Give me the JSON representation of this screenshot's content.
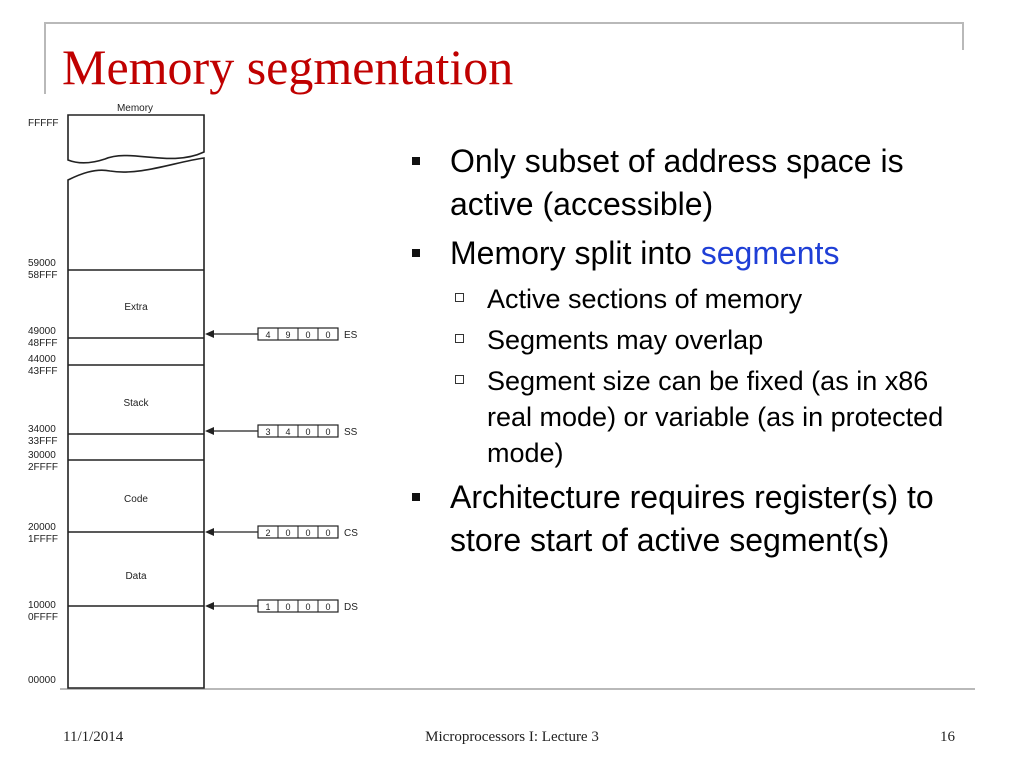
{
  "slide": {
    "title": "Memory segmentation",
    "footer": {
      "date": "11/1/2014",
      "center": "Microprocessors I:  Lecture 3",
      "page": "16"
    }
  },
  "diagram": {
    "header": "Memory",
    "addresses": [
      {
        "upper": "FFFFF"
      },
      {
        "upper": "59000",
        "lower": "58FFF"
      },
      {
        "upper": "49000",
        "lower": "48FFF"
      },
      {
        "upper": "44000",
        "lower": "43FFF"
      },
      {
        "upper": "34000",
        "lower": "33FFF"
      },
      {
        "upper": "30000",
        "lower": "2FFFF"
      },
      {
        "upper": "20000",
        "lower": "1FFFF"
      },
      {
        "upper": "10000",
        "lower": "0FFFF"
      },
      {
        "upper": "00000"
      }
    ],
    "segments": [
      "Extra",
      "Stack",
      "Code",
      "Data"
    ],
    "registers": [
      {
        "name": "ES",
        "digits": [
          "4",
          "9",
          "0",
          "0"
        ]
      },
      {
        "name": "SS",
        "digits": [
          "3",
          "4",
          "0",
          "0"
        ]
      },
      {
        "name": "CS",
        "digits": [
          "2",
          "0",
          "0",
          "0"
        ]
      },
      {
        "name": "DS",
        "digits": [
          "1",
          "0",
          "0",
          "0"
        ]
      }
    ]
  },
  "bullets": {
    "b1": "Only subset of address space is active (accessible)",
    "b2_text": "Memory split into ",
    "b2_highlight": "segments",
    "sub1": "Active sections of memory",
    "sub2": "Segments may overlap",
    "sub3": "Segment size can be fixed (as in x86 real mode) or variable (as in protected mode)",
    "b3": "Architecture requires register(s) to store start of active segment(s)"
  },
  "colors": {
    "title": "#c00000",
    "highlight": "#1f3fd6",
    "rule": "#b9b9b9"
  }
}
